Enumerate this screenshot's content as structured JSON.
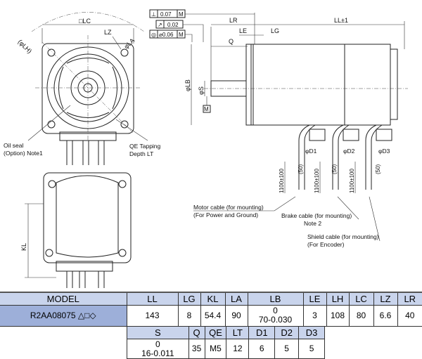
{
  "labels": {
    "lc": "□LC",
    "lz": "LZ",
    "la": "φLA",
    "lh": "(φLH)",
    "oil_seal_1": "Oil seal",
    "oil_seal_2": "(Option) Note1",
    "qe_1": "QE Tapping",
    "qe_2": "Depth LT",
    "kl": "KL",
    "perp_sym": "⊥",
    "perp_val": "0.07",
    "m": "M",
    "runout_sym": "↗",
    "runout_val": "0.02",
    "conc_sym": "◎",
    "conc_val": "⌀0.06",
    "lr": "LR",
    "ll": "LL±1",
    "le": "LE",
    "lg": "LG",
    "q": "Q",
    "lb": "φLB",
    "s": "φS",
    "d1": "φD1",
    "d2": "φD2",
    "d3": "φD3",
    "len": "1100±100",
    "fifty": "(50)",
    "motor_1": "Motor cable (for mounting)",
    "motor_2": "(For Power and Ground)",
    "brake_1": "Brake cable (for mounting)",
    "brake_2": "Note 2",
    "shield_1": "Shield cable (for mounting)",
    "shield_2": "(For Encoder)"
  },
  "table1": {
    "headers": [
      "MODEL",
      "LL",
      "LG",
      "KL",
      "LA",
      "LB",
      "LE",
      "LH",
      "LC",
      "LZ",
      "LR"
    ],
    "values": [
      "R2AA08075 △□◇",
      "143",
      "8",
      "54.4",
      "90",
      "0",
      "70-0.030",
      "3",
      "108",
      "80",
      "6.6",
      "40"
    ]
  },
  "table2": {
    "headers": [
      "S",
      "Q",
      "QE",
      "LT",
      "D1",
      "D2",
      "D3"
    ],
    "values": [
      "0",
      "16-0.011",
      "35",
      "M5",
      "12",
      "6",
      "5",
      "5"
    ]
  }
}
